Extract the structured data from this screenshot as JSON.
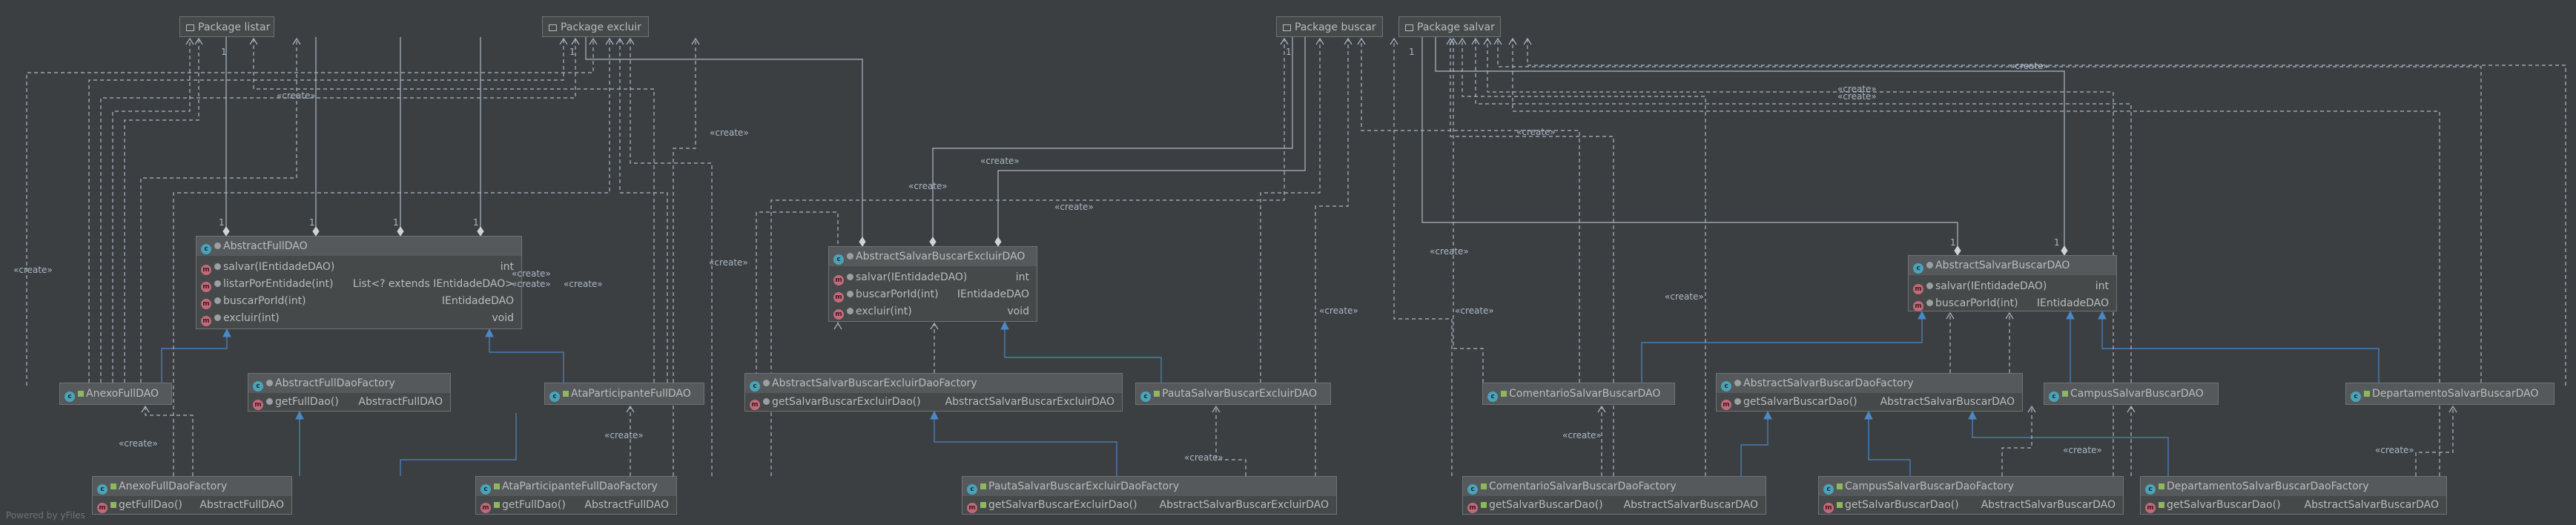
{
  "packages": {
    "listar": "Package listar",
    "excluir": "Package excluir",
    "buscar": "Package buscar",
    "salvar": "Package salvar"
  },
  "classes": {
    "abstract_full_dao": {
      "name": "AbstractFullDAO",
      "methods": [
        {
          "name": "salvar(IEntidadeDAO)",
          "type": "int"
        },
        {
          "name": "listarPorEntidade(int)",
          "type": "List<? extends IEntidadeDAO>"
        },
        {
          "name": "buscarPorId(int)",
          "type": "IEntidadeDAO"
        },
        {
          "name": "excluir(int)",
          "type": "void"
        }
      ]
    },
    "abstract_sbe_dao": {
      "name": "AbstractSalvarBuscarExcluirDAO",
      "methods": [
        {
          "name": "salvar(IEntidadeDAO)",
          "type": "int"
        },
        {
          "name": "buscarPorId(int)",
          "type": "IEntidadeDAO"
        },
        {
          "name": "excluir(int)",
          "type": "void"
        }
      ]
    },
    "abstract_sb_dao": {
      "name": "AbstractSalvarBuscarDAO",
      "methods": [
        {
          "name": "salvar(IEntidadeDAO)",
          "type": "int"
        },
        {
          "name": "buscarPorId(int)",
          "type": "IEntidadeDAO"
        }
      ]
    },
    "anexo_dao": {
      "name": "AnexoFullDAO"
    },
    "abstract_full_factory": {
      "name": "AbstractFullDaoFactory",
      "methods": [
        {
          "name": "getFullDao()",
          "type": "AbstractFullDAO"
        }
      ]
    },
    "ata_dao": {
      "name": "AtaParticipanteFullDAO"
    },
    "abstract_sbe_factory": {
      "name": "AbstractSalvarBuscarExcluirDaoFactory",
      "methods": [
        {
          "name": "getSalvarBuscarExcluirDao()",
          "type": "AbstractSalvarBuscarExcluirDAO"
        }
      ]
    },
    "pauta_dao": {
      "name": "PautaSalvarBuscarExcluirDAO"
    },
    "comentario_dao": {
      "name": "ComentarioSalvarBuscarDAO"
    },
    "abstract_sb_factory": {
      "name": "AbstractSalvarBuscarDaoFactory",
      "methods": [
        {
          "name": "getSalvarBuscarDao()",
          "type": "AbstractSalvarBuscarDAO"
        }
      ]
    },
    "campus_dao": {
      "name": "CampusSalvarBuscarDAO"
    },
    "departamento_dao": {
      "name": "DepartamentoSalvarBuscarDAO"
    },
    "anexo_factory": {
      "name": "AnexoFullDaoFactory",
      "methods": [
        {
          "name": "getFullDao()",
          "type": "AbstractFullDAO"
        }
      ]
    },
    "ata_factory": {
      "name": "AtaParticipanteFullDaoFactory",
      "methods": [
        {
          "name": "getFullDao()",
          "type": "AbstractFullDAO"
        }
      ]
    },
    "pauta_factory": {
      "name": "PautaSalvarBuscarExcluirDaoFactory",
      "methods": [
        {
          "name": "getSalvarBuscarExcluirDao()",
          "type": "AbstractSalvarBuscarExcluirDAO"
        }
      ]
    },
    "comentario_factory": {
      "name": "ComentarioSalvarBuscarDaoFactory",
      "methods": [
        {
          "name": "getSalvarBuscarDao()",
          "type": "AbstractSalvarBuscarDAO"
        }
      ]
    },
    "campus_factory": {
      "name": "CampusSalvarBuscarDaoFactory",
      "methods": [
        {
          "name": "getSalvarBuscarDao()",
          "type": "AbstractSalvarBuscarDAO"
        }
      ]
    },
    "departamento_factory": {
      "name": "DepartamentoSalvarBuscarDaoFactory",
      "methods": [
        {
          "name": "getSalvarBuscarDao()",
          "type": "AbstractSalvarBuscarDAO"
        }
      ]
    }
  },
  "labels": {
    "create": "«create»",
    "multiplicity_one": "1"
  },
  "colors": {
    "background": "#3c3f41",
    "dependency": "#a9b7c6",
    "inheritance": "#4a88c7",
    "class_icon": "#4aa3b8",
    "method_icon": "#c2697a"
  },
  "footer": "Powered by yFiles"
}
